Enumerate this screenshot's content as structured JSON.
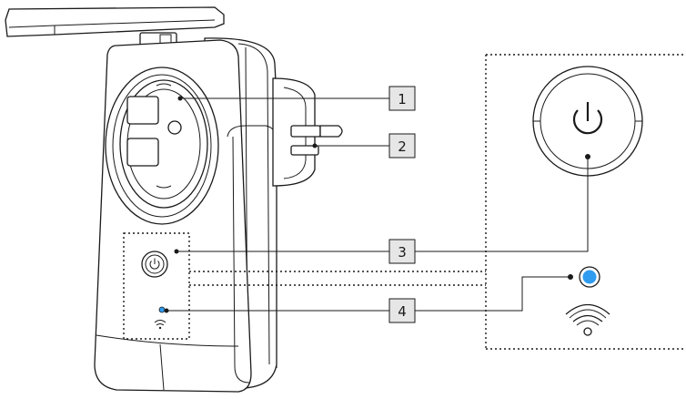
{
  "callouts": [
    {
      "number": "1"
    },
    {
      "number": "2"
    },
    {
      "number": "3"
    },
    {
      "number": "4"
    }
  ],
  "colors": {
    "stroke": "#1a1a1a",
    "label_fill": "#e6e6e6",
    "led_blue": "#2f9cf0"
  },
  "icons": [
    "power-icon",
    "wifi-icon",
    "led-indicator-icon"
  ]
}
